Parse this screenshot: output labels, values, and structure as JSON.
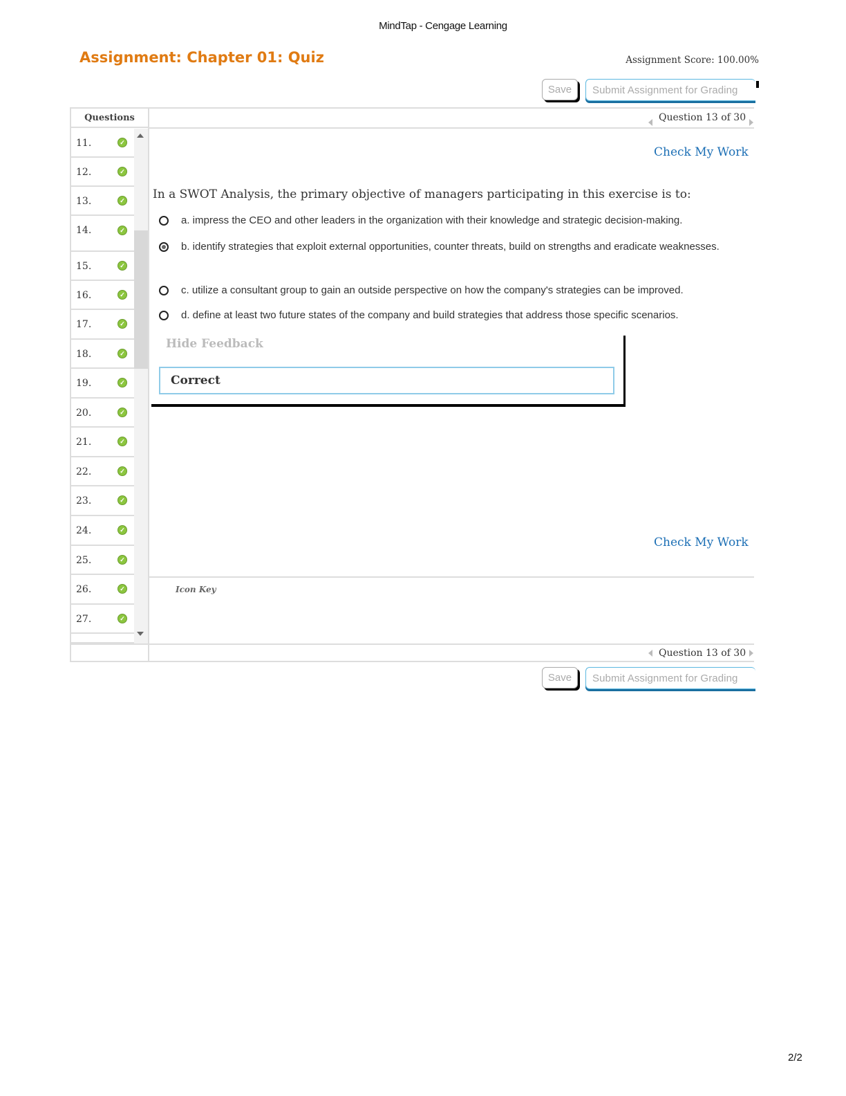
{
  "print_header": "MindTap - Cengage Learning",
  "assignment": {
    "title": "Assignment: Chapter 01: Quiz",
    "score_label": "Assignment Score: 100.00%"
  },
  "toolbar": {
    "save_label": "Save",
    "submit_label": "Submit Assignment for Grading"
  },
  "sidebar": {
    "header": "Questions",
    "items": [
      {
        "number": "11.",
        "status": "correct"
      },
      {
        "number": "12.",
        "status": "correct"
      },
      {
        "number": "13.",
        "status": "correct"
      },
      {
        "number": "14.",
        "status": "correct"
      },
      {
        "number": "15.",
        "status": "correct"
      },
      {
        "number": "16.",
        "status": "correct"
      },
      {
        "number": "17.",
        "status": "correct"
      },
      {
        "number": "18.",
        "status": "correct"
      },
      {
        "number": "19.",
        "status": "correct"
      },
      {
        "number": "20.",
        "status": "correct"
      },
      {
        "number": "21.",
        "status": "correct"
      },
      {
        "number": "22.",
        "status": "correct"
      },
      {
        "number": "23.",
        "status": "correct"
      },
      {
        "number": "24.",
        "status": "correct"
      },
      {
        "number": "25.",
        "status": "correct"
      },
      {
        "number": "26.",
        "status": "correct"
      },
      {
        "number": "27.",
        "status": "correct"
      }
    ]
  },
  "navigation": {
    "position_label": "Question 13 of 30"
  },
  "main": {
    "check_my_work": "Check My Work",
    "question_text": "In a SWOT Analysis, the primary objective of managers participating in this exercise is to:",
    "options": [
      {
        "label": "a. impress the CEO and other leaders in the organization with their knowledge and strategic decision-making.",
        "selected": false
      },
      {
        "label": "b.  identify strategies that exploit external opportunities, counter threats, build on strengths and eradicate weaknesses.",
        "selected": true
      },
      {
        "label": "c.  utilize a consultant group to gain an outside perspective on how the company's strategies can be improved.",
        "selected": false
      },
      {
        "label": "d.  define at least two future states of the company and build strategies that address those specific scenarios.",
        "selected": false
      }
    ],
    "feedback": {
      "toggle_label": "Hide Feedback",
      "result": "Correct"
    },
    "icon_key_label": "Icon Key"
  },
  "footer": {
    "page_number": "2/2"
  },
  "colors": {
    "title_orange": "#e07b13",
    "link_blue": "#1c6fb5",
    "correct_green": "#8cc63f",
    "submit_border": "#5bb8e0"
  },
  "icons": {
    "correct_status": "check-circle-icon",
    "nav_prev": "triangle-left-icon",
    "nav_next": "triangle-right-icon"
  }
}
